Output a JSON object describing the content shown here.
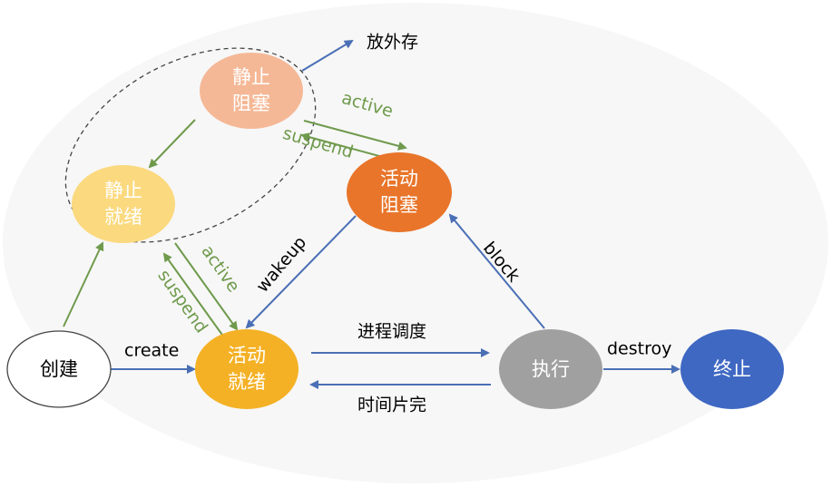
{
  "nodes": {
    "create": {
      "text": "创建"
    },
    "active_ready": {
      "line1": "活动",
      "line2": "就绪"
    },
    "running": {
      "text": "执行"
    },
    "terminated": {
      "text": "终止"
    },
    "static_ready": {
      "line1": "静止",
      "line2": "就绪"
    },
    "static_blocked": {
      "line1": "静止",
      "line2": "阻塞"
    },
    "active_blocked": {
      "line1": "活动",
      "line2": "阻塞"
    }
  },
  "edges": {
    "create": "create",
    "dispatch": "进程调度",
    "timeslice": "时间片完",
    "destroy": "destroy",
    "block": "block",
    "wakeup": "wakeup",
    "active_upper": "active",
    "suspend_upper": "suspend",
    "active_lower": "active",
    "suspend_lower": "suspend",
    "swap_out": "放外存"
  },
  "colors": {
    "blue_arrow": "#4a6fb5",
    "green_arrow": "#6f9a4c",
    "green_text": "#6f9a4c",
    "create_fill": "#ffffff",
    "active_ready_fill": "#f4b125",
    "running_fill": "#a0a0a0",
    "terminated_fill": "#3f68c3",
    "static_ready_fill": "#fbd97e",
    "static_blocked_fill": "#f5b896",
    "active_blocked_fill": "#e8752a"
  }
}
